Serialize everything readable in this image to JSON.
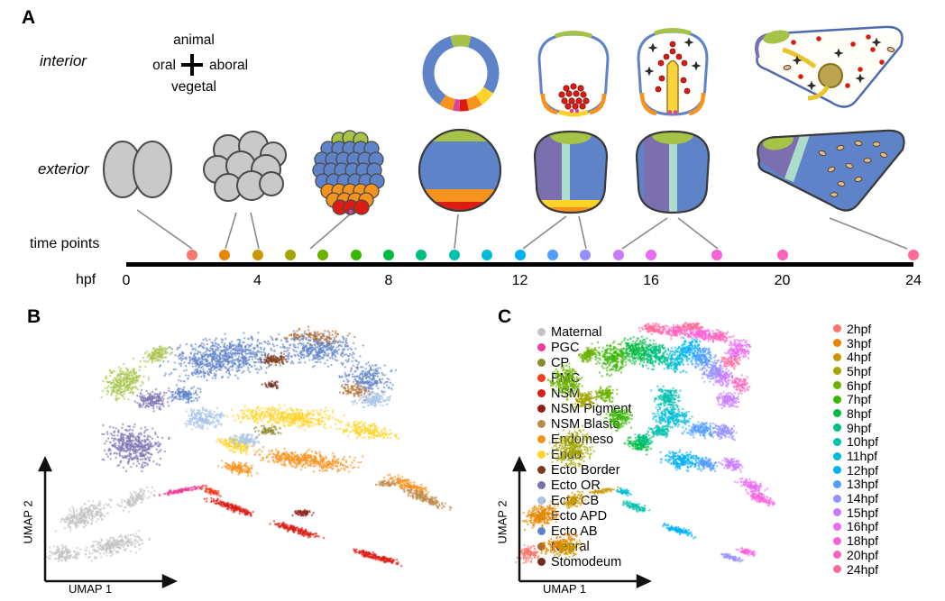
{
  "figure": {
    "panelA": {
      "label": "A",
      "interior_label": "interior",
      "exterior_label": "exterior",
      "compass": {
        "top": "animal",
        "left": "oral",
        "right": "aboral",
        "bottom": "vegetal"
      },
      "timeline": {
        "label": "time points",
        "unit_label": "hpf",
        "axis_min": 0,
        "axis_max": 24,
        "ticks": [
          0,
          4,
          8,
          12,
          16,
          20,
          24
        ],
        "points": [
          {
            "hpf": 2,
            "color": "#F8766D"
          },
          {
            "hpf": 3,
            "color": "#E58700"
          },
          {
            "hpf": 4,
            "color": "#C99800"
          },
          {
            "hpf": 5,
            "color": "#A3A500"
          },
          {
            "hpf": 6,
            "color": "#6BB100"
          },
          {
            "hpf": 7,
            "color": "#39B600"
          },
          {
            "hpf": 8,
            "color": "#00BA42"
          },
          {
            "hpf": 9,
            "color": "#00BF7D"
          },
          {
            "hpf": 10,
            "color": "#00C0AF"
          },
          {
            "hpf": 11,
            "color": "#00BCD8"
          },
          {
            "hpf": 12,
            "color": "#00B0F6"
          },
          {
            "hpf": 13,
            "color": "#529EFF"
          },
          {
            "hpf": 14,
            "color": "#9590FF"
          },
          {
            "hpf": 15,
            "color": "#C77CFF"
          },
          {
            "hpf": 16,
            "color": "#E76BF3"
          },
          {
            "hpf": 18,
            "color": "#FA62DB"
          },
          {
            "hpf": 20,
            "color": "#FF62BC"
          },
          {
            "hpf": 24,
            "color": "#FF6A98"
          }
        ]
      },
      "illustration_colors": {
        "animal_cap_green": "#A6C348",
        "ectoderm_blue": "#5F83C8",
        "oral_purple": "#7B6FB0",
        "ciliary_band_teal": "#AEDCCB",
        "endoderm_yellow": "#FFD327",
        "endomesoderm_orange": "#F6921E",
        "nsm_red": "#DC1C13",
        "pgc_magenta": "#D6469B",
        "cell_gray": "#C9C9C9"
      }
    },
    "panelB": {
      "label": "B",
      "xlabel": "UMAP 1",
      "ylabel": "UMAP 2"
    },
    "panelC": {
      "label": "C",
      "xlabel": "UMAP 1",
      "ylabel": "UMAP 2"
    }
  },
  "chart_data": [
    {
      "type": "scatter",
      "panel": "B",
      "colored_by": "cell type cluster",
      "xlabel": "UMAP 1",
      "ylabel": "UMAP 2",
      "axes": {
        "style": "arrows-only",
        "ticks": false
      },
      "legend_position": "right",
      "blob_format": [
        "x_norm",
        "y_norm",
        "rx_norm",
        "ry_norm",
        "rot_deg",
        "n_points"
      ],
      "series": [
        {
          "name": "Maternal",
          "color": "#C2C2C2",
          "blobs": [
            [
              0.101,
              0.743,
              0.075,
              0.055,
              -20,
              260
            ],
            [
              0.165,
              0.853,
              0.085,
              0.05,
              -15,
              240
            ],
            [
              0.059,
              0.887,
              0.045,
              0.04,
              0,
              120
            ],
            [
              0.202,
              0.685,
              0.05,
              0.035,
              -30,
              110
            ]
          ]
        },
        {
          "name": "PGC",
          "color": "#EE3C96",
          "blobs": [
            [
              0.294,
              0.651,
              0.058,
              0.011,
              -10,
              120
            ]
          ]
        },
        {
          "name": "CP",
          "color": "#8B8B33",
          "blobs": [
            [
              0.473,
              0.425,
              0.035,
              0.025,
              0,
              70
            ]
          ]
        },
        {
          "name": "PMC",
          "color": "#F03E1E",
          "blobs": [
            [
              0.361,
              0.654,
              0.03,
              0.015,
              20,
              70
            ]
          ]
        },
        {
          "name": "NSM",
          "color": "#DC1C13",
          "blobs": [
            [
              0.4,
              0.712,
              0.065,
              0.018,
              18,
              170
            ],
            [
              0.532,
              0.798,
              0.07,
              0.016,
              17,
              170
            ],
            [
              0.697,
              0.901,
              0.07,
              0.016,
              16,
              170
            ]
          ]
        },
        {
          "name": "NSM Pigment",
          "color": "#8F1D14",
          "blobs": [
            [
              0.547,
              0.733,
              0.03,
              0.015,
              0,
              60
            ]
          ]
        },
        {
          "name": "NSM Blasto",
          "color": "#BE8A4A",
          "blobs": [
            [
              0.793,
              0.678,
              0.07,
              0.022,
              22,
              170
            ],
            [
              0.716,
              0.623,
              0.03,
              0.015,
              0,
              60
            ]
          ]
        },
        {
          "name": "Endomeso",
          "color": "#F6921E",
          "blobs": [
            [
              0.55,
              0.534,
              0.135,
              0.045,
              6,
              430
            ],
            [
              0.761,
              0.63,
              0.06,
              0.03,
              22,
              160
            ],
            [
              0.413,
              0.565,
              0.05,
              0.03,
              10,
              130
            ]
          ]
        },
        {
          "name": "Endo",
          "color": "#FFD327",
          "blobs": [
            [
              0.514,
              0.373,
              0.14,
              0.05,
              4,
              470
            ],
            [
              0.675,
              0.425,
              0.075,
              0.04,
              8,
              200
            ],
            [
              0.407,
              0.476,
              0.05,
              0.035,
              15,
              140
            ]
          ]
        },
        {
          "name": "Ecto Border",
          "color": "#7A3B16",
          "blobs": [
            [
              0.488,
              0.158,
              0.035,
              0.028,
              0,
              90
            ]
          ]
        },
        {
          "name": "Ecto OR",
          "color": "#7B6FB0",
          "blobs": [
            [
              0.198,
              0.486,
              0.08,
              0.1,
              15,
              430
            ],
            [
              0.239,
              0.308,
              0.045,
              0.045,
              0,
              150
            ]
          ]
        },
        {
          "name": "Ecto CB",
          "color": "#A8C4E5",
          "blobs": [
            [
              0.345,
              0.377,
              0.055,
              0.055,
              0,
              210
            ],
            [
              0.426,
              0.459,
              0.04,
              0.035,
              0,
              120
            ],
            [
              0.688,
              0.308,
              0.05,
              0.04,
              0,
              150
            ]
          ]
        },
        {
          "name": "Ecto APD",
          "color": "#A6C348",
          "blobs": [
            [
              0.18,
              0.24,
              0.06,
              0.075,
              -30,
              280
            ],
            [
              0.248,
              0.137,
              0.04,
              0.035,
              -20,
              120
            ]
          ]
        },
        {
          "name": "Ecto AB",
          "color": "#5F83C8",
          "blobs": [
            [
              0.385,
              0.151,
              0.16,
              0.1,
              -8,
              750
            ],
            [
              0.572,
              0.116,
              0.105,
              0.08,
              5,
              380
            ],
            [
              0.675,
              0.226,
              0.07,
              0.075,
              10,
              240
            ],
            [
              0.303,
              0.288,
              0.045,
              0.04,
              0,
              130
            ]
          ]
        },
        {
          "name": "Neural",
          "color": "#B06A29",
          "blobs": [
            [
              0.569,
              0.068,
              0.09,
              0.038,
              5,
              110
            ],
            [
              0.651,
              0.274,
              0.05,
              0.04,
              0,
              70
            ]
          ]
        },
        {
          "name": "Stomodeum",
          "color": "#6E2C1F",
          "blobs": [
            [
              0.481,
              0.253,
              0.022,
              0.018,
              0,
              40
            ]
          ]
        }
      ]
    },
    {
      "type": "scatter",
      "panel": "C",
      "colored_by": "time point (hpf)",
      "xlabel": "UMAP 1",
      "ylabel": "UMAP 2",
      "axes": {
        "style": "arrows-only",
        "ticks": false
      },
      "legend_position": "right",
      "blob_format": [
        "x_norm",
        "y_norm",
        "rx_norm",
        "ry_norm",
        "rot_deg",
        "n_points"
      ],
      "series": [
        {
          "name": "2hpf",
          "color": "#F8766D",
          "blobs": [
            [
              0.059,
              0.887,
              0.045,
              0.04,
              0,
              120
            ]
          ]
        },
        {
          "name": "3hpf",
          "color": "#E58700",
          "blobs": [
            [
              0.101,
              0.743,
              0.075,
              0.055,
              -20,
              260
            ],
            [
              0.165,
              0.853,
              0.085,
              0.05,
              -15,
              200
            ]
          ]
        },
        {
          "name": "4hpf",
          "color": "#C99800",
          "blobs": [
            [
              0.186,
              0.87,
              0.05,
              0.035,
              -15,
              100
            ],
            [
              0.202,
              0.685,
              0.05,
              0.035,
              -30,
              110
            ],
            [
              0.294,
              0.651,
              0.058,
              0.011,
              -10,
              60
            ]
          ]
        },
        {
          "name": "5hpf",
          "color": "#A3A500",
          "blobs": [
            [
              0.198,
              0.486,
              0.08,
              0.1,
              15,
              330
            ],
            [
              0.239,
              0.308,
              0.045,
              0.045,
              0,
              140
            ]
          ]
        },
        {
          "name": "6hpf",
          "color": "#6BB100",
          "blobs": [
            [
              0.18,
              0.24,
              0.06,
              0.075,
              -30,
              280
            ],
            [
              0.248,
              0.137,
              0.04,
              0.035,
              -20,
              120
            ],
            [
              0.303,
              0.288,
              0.045,
              0.04,
              0,
              120
            ]
          ]
        },
        {
          "name": "7hpf",
          "color": "#39B600",
          "blobs": [
            [
              0.33,
              0.15,
              0.07,
              0.08,
              -8,
              260
            ],
            [
              0.345,
              0.377,
              0.055,
              0.055,
              0,
              180
            ]
          ]
        },
        {
          "name": "8hpf",
          "color": "#00BA42",
          "blobs": [
            [
              0.4,
              0.12,
              0.06,
              0.07,
              0,
              220
            ],
            [
              0.407,
              0.476,
              0.05,
              0.035,
              15,
              120
            ]
          ]
        },
        {
          "name": "9hpf",
          "color": "#00BF7D",
          "blobs": [
            [
              0.46,
              0.14,
              0.055,
              0.07,
              0,
              200
            ],
            [
              0.426,
              0.459,
              0.04,
              0.035,
              0,
              100
            ]
          ]
        },
        {
          "name": "10hpf",
          "color": "#00C0AF",
          "blobs": [
            [
              0.5,
              0.3,
              0.06,
              0.06,
              0,
              180
            ],
            [
              0.473,
              0.425,
              0.045,
              0.03,
              0,
              100
            ],
            [
              0.394,
              0.709,
              0.065,
              0.018,
              18,
              90
            ]
          ]
        },
        {
          "name": "11hpf",
          "color": "#00BCD8",
          "blobs": [
            [
              0.514,
              0.373,
              0.08,
              0.05,
              4,
              220
            ],
            [
              0.52,
              0.16,
              0.05,
              0.06,
              0,
              150
            ],
            [
              0.361,
              0.654,
              0.03,
              0.015,
              20,
              50
            ]
          ]
        },
        {
          "name": "12hpf",
          "color": "#00B0F6",
          "blobs": [
            [
              0.55,
              0.534,
              0.09,
              0.045,
              6,
              220
            ],
            [
              0.57,
              0.12,
              0.05,
              0.06,
              0,
              150
            ],
            [
              0.532,
              0.798,
              0.07,
              0.016,
              17,
              100
            ]
          ]
        },
        {
          "name": "13hpf",
          "color": "#529EFF",
          "blobs": [
            [
              0.61,
              0.15,
              0.05,
              0.055,
              0,
              160
            ],
            [
              0.6,
              0.42,
              0.07,
              0.04,
              8,
              150
            ],
            [
              0.62,
              0.55,
              0.05,
              0.03,
              10,
              100
            ]
          ]
        },
        {
          "name": "14hpf",
          "color": "#9590FF",
          "blobs": [
            [
              0.648,
              0.2,
              0.05,
              0.05,
              0,
              150
            ],
            [
              0.675,
              0.425,
              0.05,
              0.035,
              8,
              120
            ],
            [
              0.697,
              0.901,
              0.05,
              0.014,
              16,
              70
            ]
          ]
        },
        {
          "name": "15hpf",
          "color": "#C77CFF",
          "blobs": [
            [
              0.688,
              0.308,
              0.05,
              0.04,
              0,
              130
            ],
            [
              0.7,
              0.55,
              0.045,
              0.03,
              15,
              100
            ],
            [
              0.675,
              0.226,
              0.04,
              0.04,
              0,
              90
            ]
          ]
        },
        {
          "name": "16hpf",
          "color": "#E76BF3",
          "blobs": [
            [
              0.72,
              0.12,
              0.05,
              0.05,
              0,
              140
            ],
            [
              0.761,
              0.63,
              0.06,
              0.03,
              22,
              110
            ]
          ]
        },
        {
          "name": "18hpf",
          "color": "#FA62DB",
          "blobs": [
            [
              0.6,
              0.06,
              0.06,
              0.03,
              5,
              130
            ],
            [
              0.793,
              0.678,
              0.07,
              0.022,
              22,
              120
            ],
            [
              0.75,
              0.88,
              0.04,
              0.014,
              16,
              60
            ]
          ]
        },
        {
          "name": "20hpf",
          "color": "#FF62BC",
          "blobs": [
            [
              0.52,
              0.05,
              0.06,
              0.03,
              0,
              120
            ],
            [
              0.66,
              0.07,
              0.05,
              0.03,
              0,
              110
            ],
            [
              0.73,
              0.25,
              0.04,
              0.04,
              0,
              80
            ]
          ]
        },
        {
          "name": "24hpf",
          "color": "#FF6A98",
          "blobs": [
            [
              0.45,
              0.04,
              0.05,
              0.025,
              0,
              100
            ],
            [
              0.57,
              0.03,
              0.05,
              0.02,
              0,
              90
            ],
            [
              0.7,
              0.16,
              0.04,
              0.035,
              0,
              80
            ]
          ]
        }
      ]
    }
  ]
}
